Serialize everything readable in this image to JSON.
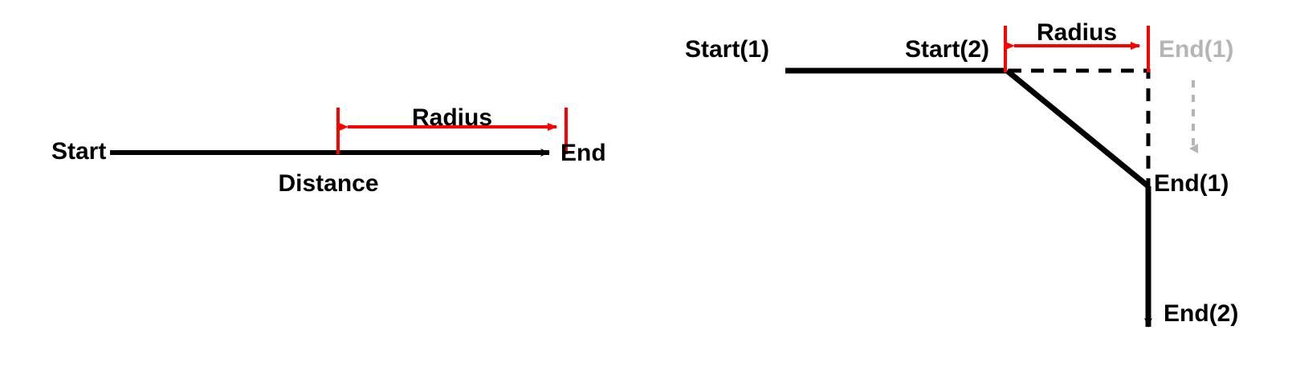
{
  "diagram": {
    "title": "Radius and Distance path trimming diagram",
    "colors": {
      "line": "#000000",
      "dimension": "#ff0000",
      "ghost": "#b5b5b5",
      "background": "#ffffff"
    },
    "panels": [
      {
        "id": "left",
        "name": "single-segment",
        "labels": {
          "start": "Start",
          "end": "End",
          "radius": "Radius",
          "distance": "Distance"
        }
      },
      {
        "id": "right",
        "name": "two-segment-corner",
        "labels": {
          "start1": "Start(1)",
          "start2": "Start(2)",
          "radius": "Radius",
          "end1_ghost": "End(1)",
          "end1": "End(1)",
          "end2": "End(2)"
        }
      }
    ]
  }
}
